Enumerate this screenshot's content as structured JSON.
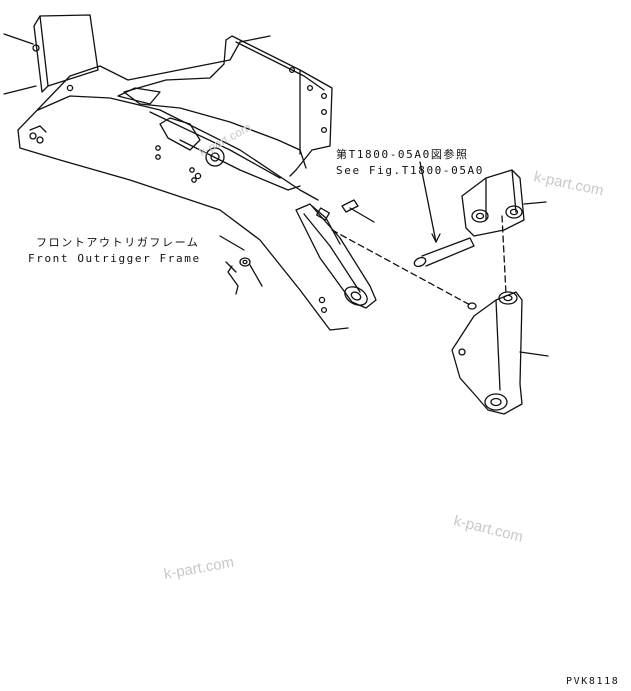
{
  "labels": {
    "ref_jp": "第T1800-05A0図参照",
    "ref_en": "See Fig.T1800-05A0",
    "frame_jp": "フロントアウトリガフレーム",
    "frame_en": "Front Outrigger Frame",
    "code": "PVK8118"
  },
  "watermarks": [
    "k-part.com",
    "k-part.com",
    "k-part.com",
    "k-part.com"
  ]
}
